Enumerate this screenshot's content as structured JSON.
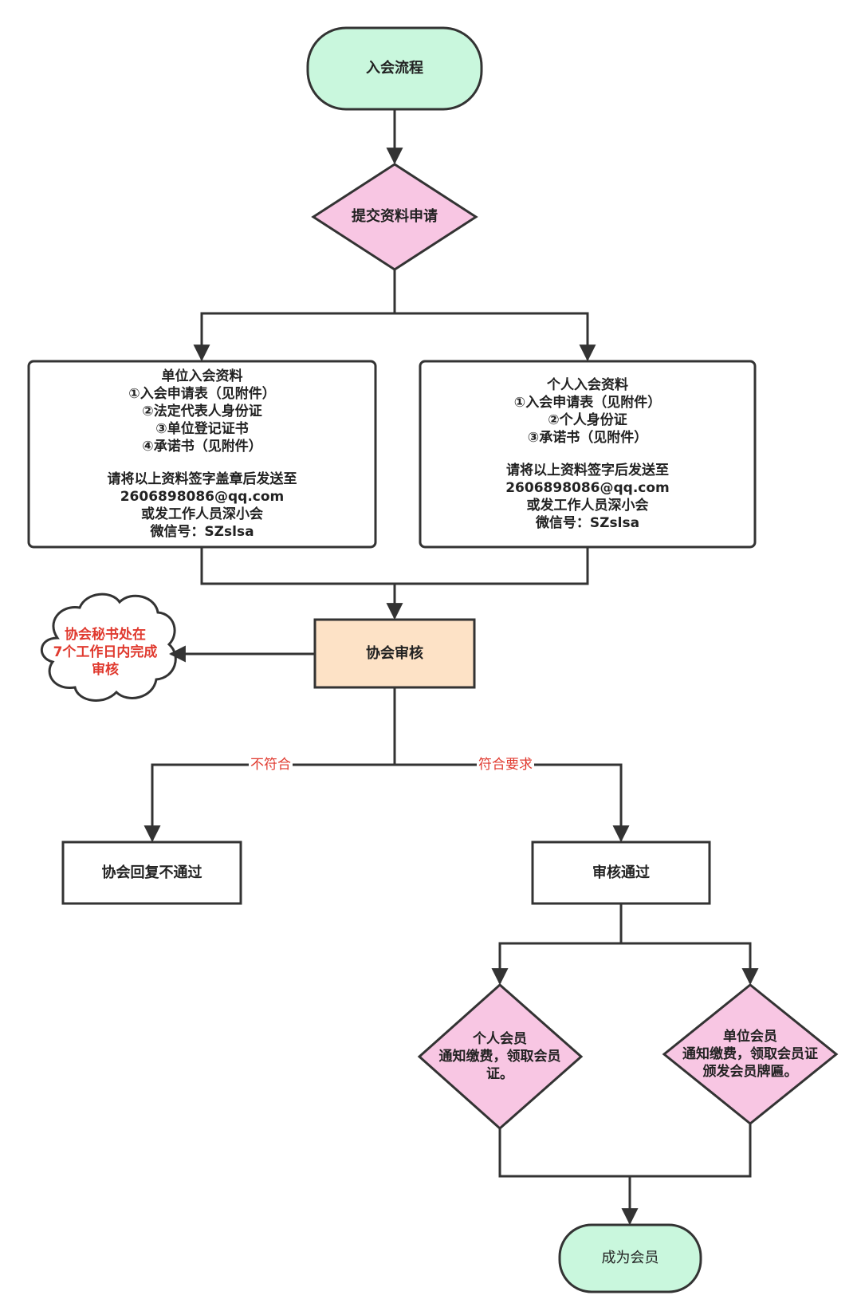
{
  "colors": {
    "terminal_fill": "#c9f7dd",
    "decision_fill": "#f8c6e3",
    "review_fill": "#fde2c6",
    "box_fill": "#ffffff",
    "stroke": "#333333",
    "accent_red": "#e03a2f"
  },
  "nodes": {
    "start": {
      "text": "入会流程"
    },
    "submit": {
      "text": "提交资料申请"
    },
    "unit_materials": {
      "title": "单位入会资料",
      "items": [
        "①入会申请表（见附件）",
        "②法定代表人身份证",
        "③单位登记证书",
        "④承诺书（见附件）"
      ],
      "instructions": [
        "请将以上资料签字盖章后发送至",
        "2606898086@qq.com",
        "或发工作人员深小会",
        "微信号：SZslsa"
      ]
    },
    "personal_materials": {
      "title": "个人入会资料",
      "items": [
        "①入会申请表（见附件）",
        "②个人身份证",
        "③承诺书（见附件）"
      ],
      "instructions": [
        "请将以上资料签字后发送至",
        "2606898086@qq.com",
        "或发工作人员深小会",
        "微信号：SZslsa"
      ]
    },
    "review": {
      "text": "协会审核"
    },
    "cloud_note": {
      "lines": [
        "协会秘书处在",
        "7个工作日内完成",
        "审核"
      ]
    },
    "rejected": {
      "text": "协会回复不通过"
    },
    "approved": {
      "text": "审核通过"
    },
    "personal_member": {
      "lines": [
        "个人会员",
        "通知缴费，领取会员",
        "证。"
      ]
    },
    "unit_member": {
      "lines": [
        "单位会员",
        "通知缴费，领取会员证",
        "颁发会员牌匾。"
      ]
    },
    "end": {
      "text": "成为会员"
    }
  },
  "edges": {
    "not_qualified": "不符合",
    "qualified": "符合要求"
  }
}
